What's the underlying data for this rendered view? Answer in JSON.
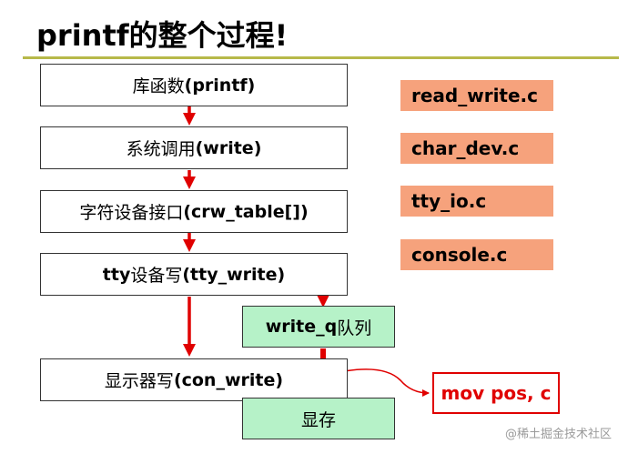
{
  "title": "printf的整个过程!",
  "flow_boxes": {
    "library": {
      "text": "库函数",
      "suffix": "(printf)"
    },
    "syscall": {
      "text": "系统调用",
      "suffix": "(write)"
    },
    "chardev": {
      "text": "字符设备接口",
      "suffix": "(crw_table[])"
    },
    "ttywrite": {
      "prefix": "tty",
      "text": "设备写",
      "suffix": "(tty_write)"
    },
    "conwrite": {
      "text": "显示器写",
      "suffix": "(con_write)"
    }
  },
  "queue_box": {
    "prefix": "write_q",
    "text": "队列"
  },
  "memory_box": {
    "text": "显存"
  },
  "files": [
    "read_write.c",
    "char_dev.c",
    "tty_io.c",
    "console.c"
  ],
  "mov_box": "mov pos, c",
  "watermark": "@稀土掘金技术社区",
  "colors": {
    "arrow": "#e00000",
    "file_tag": "#f6a27c",
    "queue_fill": "#b6f2c8",
    "title_rule": "#b7b94a"
  }
}
